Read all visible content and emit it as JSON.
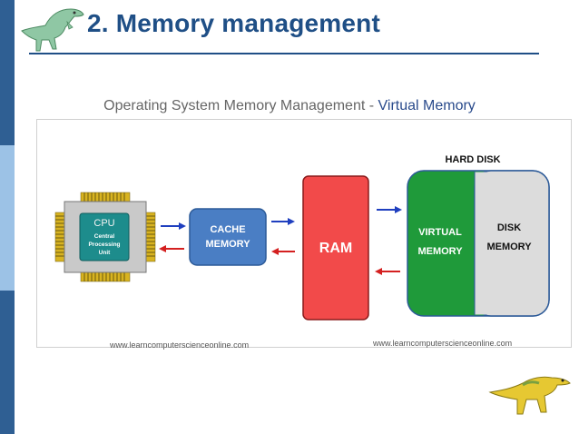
{
  "slide": {
    "title": "2. Memory management"
  },
  "diagram": {
    "heading_main": "Operating System Memory Management - ",
    "heading_highlight": "Virtual Memory",
    "cpu": {
      "label": "CPU",
      "sublabel_line1": "Central",
      "sublabel_line2": "Processing",
      "sublabel_line3": "Unit"
    },
    "cache": {
      "line1": "CACHE",
      "line2": "MEMORY"
    },
    "ram": {
      "label": "RAM"
    },
    "hard_disk": {
      "label": "HARD DISK",
      "virtual_line1": "VIRTUAL",
      "virtual_line2": "MEMORY",
      "disk_line1": "DISK",
      "disk_line2": "MEMORY"
    },
    "website_left": "www.learncomputerscienceonline.com",
    "website_right": "www.learncomputerscienceonline.com"
  },
  "colors": {
    "title": "#1f4f86",
    "cache": "#4a7ec4",
    "ram": "#f24a4a",
    "virtual": "#1f9a3a",
    "disk": "#dcdcdc",
    "arrow_forward": "#1f3fbf",
    "arrow_back": "#d42020"
  },
  "icons": [
    "dinosaur-icon",
    "dinosaur-icon",
    "arrow-right-icon",
    "arrow-left-icon"
  ]
}
